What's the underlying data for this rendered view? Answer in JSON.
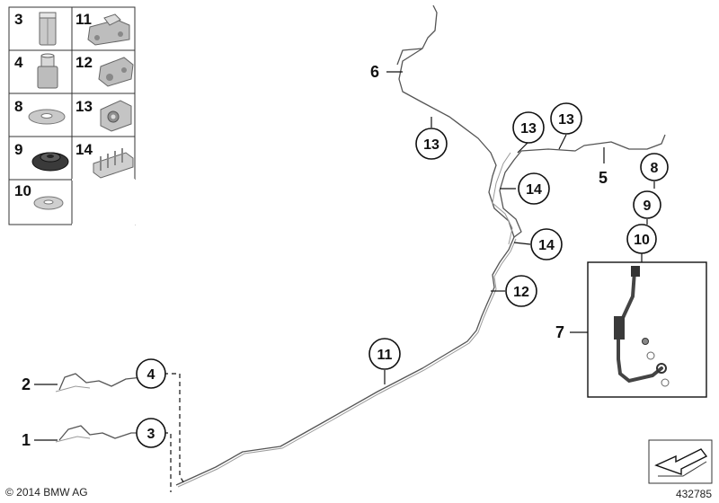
{
  "legend": {
    "cells": [
      {
        "num": "3",
        "icon": "nut-icon"
      },
      {
        "num": "11",
        "icon": "double-clip-icon"
      },
      {
        "num": "4",
        "icon": "fitting-icon"
      },
      {
        "num": "12",
        "icon": "clip-icon"
      },
      {
        "num": "8",
        "icon": "washer-icon"
      },
      {
        "num": "13",
        "icon": "clamp-icon"
      },
      {
        "num": "9",
        "icon": "grommet-icon"
      },
      {
        "num": "14",
        "icon": "bracket-icon"
      },
      {
        "num": "10",
        "icon": "washer-small-icon"
      }
    ]
  },
  "callouts": {
    "c13a": "13",
    "c13b": "13",
    "c13c": "13",
    "c14a": "14",
    "c14b": "14",
    "c12": "12",
    "c11": "11",
    "c4": "4",
    "c3": "3",
    "c8": "8",
    "c9": "9",
    "c10": "10"
  },
  "plain_labels": {
    "p6": "6",
    "p5": "5",
    "p7": "7",
    "p2": "2",
    "p1": "1"
  },
  "footer": {
    "copyright": "© 2014 BMW AG",
    "diagram_id": "432785"
  }
}
